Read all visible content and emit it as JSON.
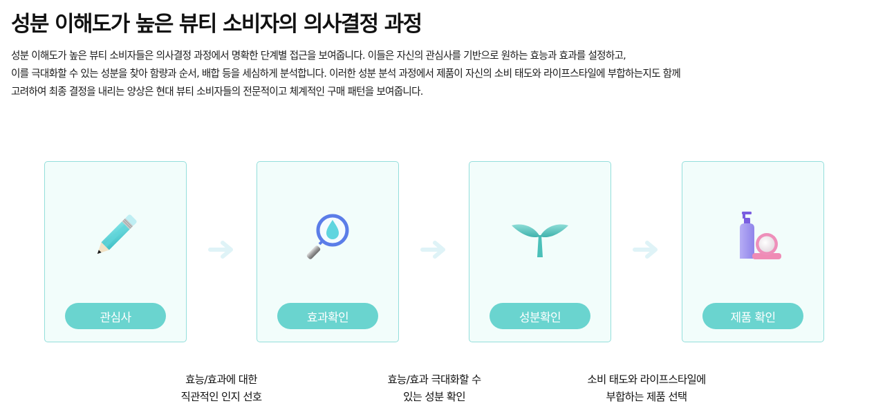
{
  "header": {
    "title": "성분 이해도가 높은 뷰티 소비자의 의사결정 과정",
    "description_lines": [
      "성분 이해도가 높은 뷰티 소비자들은 의사결정 과정에서 명확한 단계별 접근을 보여줍니다. 이들은 자신의 관심사를 기반으로 원하는 효능과 효과를 설정하고,",
      "이를 극대화할 수 있는 성분을 찾아 함량과 순서, 배합 등을 세심하게 분석합니다. 이러한 성분 분석 과정에서 제품이 자신의 소비 태도와 라이프스타일에 부합하는지도 함께",
      "고려하여 최종 결정을 내리는 양상은 현대 뷰티 소비자들의 전문적이고 체계적인 구매 패턴을 보여줍니다."
    ]
  },
  "colors": {
    "card_bg": "#f2fdfb",
    "card_border": "#93dedb",
    "pill_bg": "#6ad4cf",
    "arrow": "#dff3f7"
  },
  "steps": [
    {
      "label": "관심사",
      "icon": "pencil-icon"
    },
    {
      "label": "효과확인",
      "icon": "magnifier-drop-icon"
    },
    {
      "label": "성분확인",
      "icon": "sprout-icon"
    },
    {
      "label": "제품 확인",
      "icon": "cosmetics-icon"
    }
  ],
  "arrows": [
    "arrow-right-icon",
    "arrow-right-icon",
    "arrow-right-icon"
  ],
  "captions": [
    {
      "line1": "효능/효과에 대한",
      "line2": "직관적인 인지 선호"
    },
    {
      "line1": "효능/효과 극대화할 수",
      "line2": "있는 성분 확인"
    },
    {
      "line1": "소비 태도와 라이프스타일에",
      "line2": "부합하는 제품 선택"
    }
  ]
}
